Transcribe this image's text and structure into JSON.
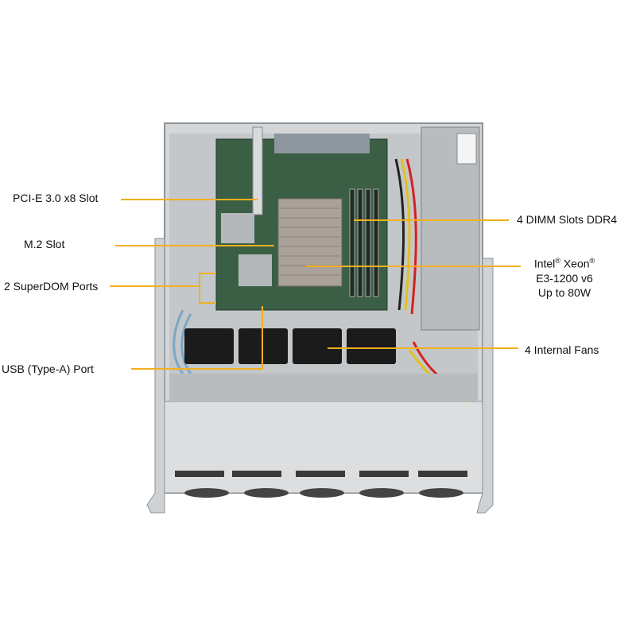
{
  "callouts": {
    "pcie_slot": "PCI-E 3.0 x8 Slot",
    "m2_slot": "M.2 Slot",
    "superdom_ports": "2 SuperDOM Ports",
    "usb_port": "USB (Type-A) Port",
    "dimm_slots": "4 DIMM Slots DDR4",
    "cpu_line1": "Intel",
    "cpu_line1_mark": "®",
    "cpu_line1_b": " Xeon",
    "cpu_line1_mark2": "®",
    "cpu_line2": "E3-1200 v6",
    "cpu_line3": "Up to 80W",
    "fans": "4 Internal Fans"
  },
  "colors": {
    "leader": "#f2b01e",
    "chassis": "#c9ccce",
    "motherboard": "#3b5f45",
    "heatsink": "#a9a19a",
    "fan": "#1b1b1b"
  }
}
